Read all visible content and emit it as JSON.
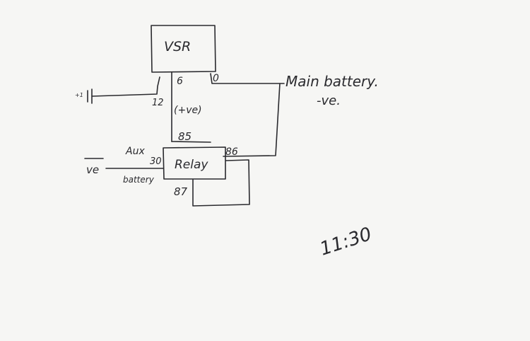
{
  "diagram": {
    "vsr_label": "VSR",
    "relay_label": "Relay",
    "terminal_6": "6",
    "terminal_0": "0",
    "terminal_12": "12",
    "positive_note": "(+ve)",
    "pin_85": "85",
    "pin_86": "86",
    "pin_30": "30",
    "pin_87": "87",
    "main_battery": "Main battery.",
    "main_battery_neg": "-ve.",
    "aux_battery_top": "Aux",
    "aux_battery_bottom": "battery",
    "aux_neg": "ve",
    "small_mark": "+1",
    "time_note": "11:30"
  }
}
